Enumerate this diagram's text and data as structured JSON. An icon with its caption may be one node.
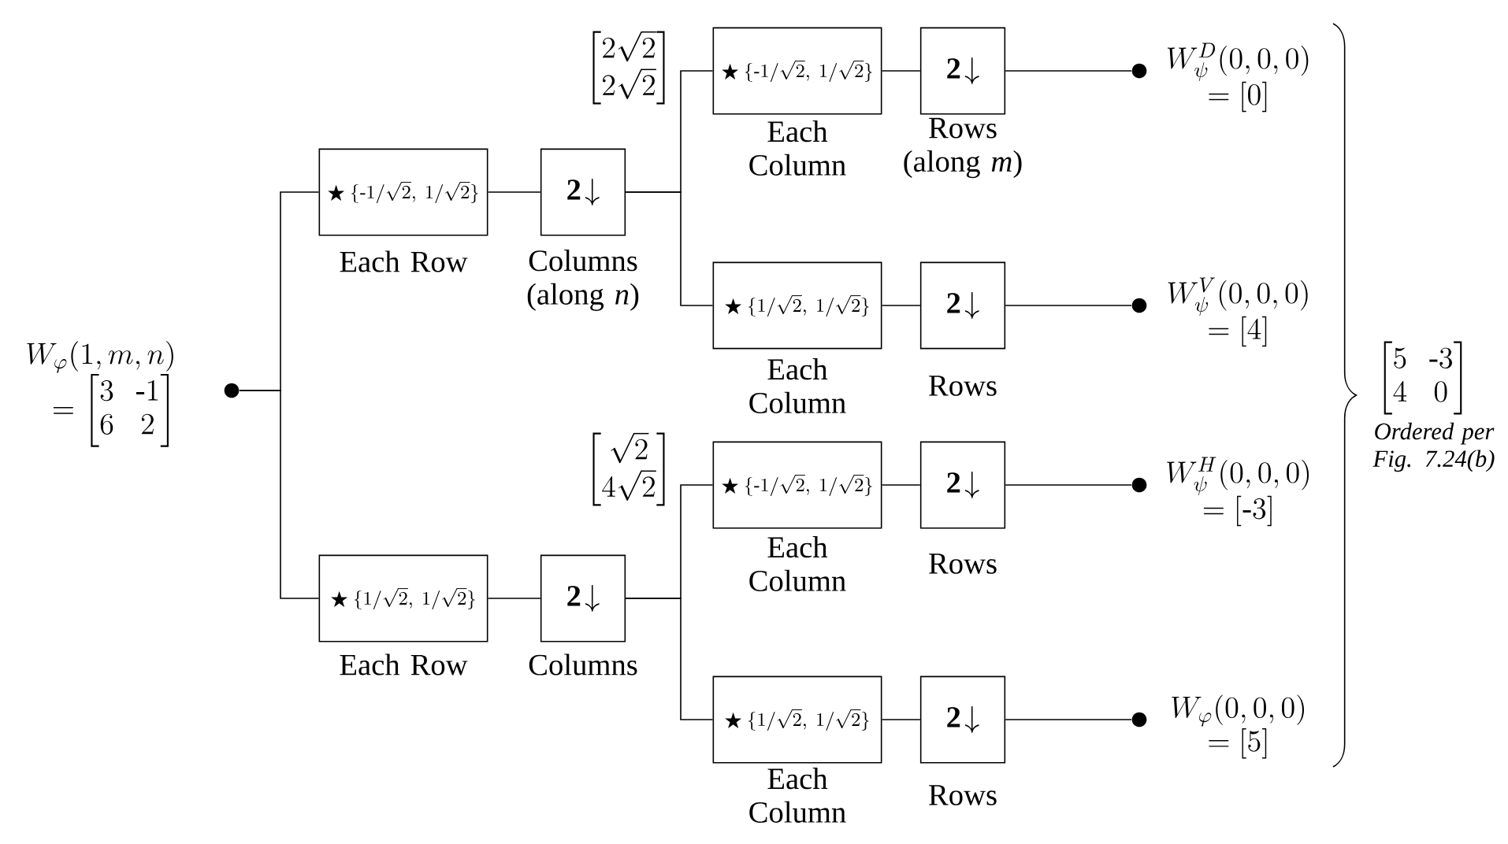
{
  "diagram": {
    "nodes": [
      {
        "text": [],
        "shape": "circle",
        "beside": [
          "\\begin{array}{r}W_{\\varphi}(1, m, n)\\\\ = \\begin{bmatrix}3 & \\text{-}1\\\\ 6 & 2\\end{bmatrix}\\end{array}"
        ]
      },
      {
        "text": [
          "\\bigstar\\ \\{\\text{-}1/\\sqrt{2},\\ 1/\\sqrt{2}\\}"
        ],
        "beside": [
          "Each Row"
        ]
      },
      {
        "text": [
          "\\mathbf{2}\\!\\downarrow"
        ],
        "beside": [
          "Columns (along *n*)"
        ]
      },
      {
        "text": [
          "\\bigstar\\ \\{1/\\sqrt{2},\\ 1/\\sqrt{2}\\}"
        ],
        "beside": [
          "Each Row"
        ]
      },
      {
        "text": [
          "\\mathbf{2}\\!\\downarrow"
        ],
        "beside": [
          "Columns"
        ]
      },
      {
        "text": [
          "\\bigstar\\ \\{\\text{-}1/\\sqrt{2},\\ 1/\\sqrt{2}\\}"
        ],
        "beside": [
          "Each Column"
        ]
      },
      {
        "text": [
          "\\mathbf{2}\\!\\downarrow"
        ],
        "beside": [
          "Rows (along *m*)"
        ]
      },
      {
        "text": [
          "\\bigstar\\ \\{1/\\sqrt{2},\\ 1/\\sqrt{2}\\}"
        ],
        "beside": [
          "Each Column"
        ]
      },
      {
        "text": [
          "\\mathbf{2}\\!\\downarrow"
        ],
        "beside": [
          "Rows"
        ]
      },
      {
        "text": [
          "\\bigstar\\ \\{\\text{-}1/\\sqrt{2},\\ 1/\\sqrt{2}\\}"
        ],
        "beside": [
          "Each Column"
        ]
      },
      {
        "text": [
          "\\mathbf{2}\\!\\downarrow"
        ],
        "beside": [
          "Rows"
        ]
      },
      {
        "text": [
          "\\bigstar\\ \\{1/\\sqrt{2},\\ 1/\\sqrt{2}\\}"
        ],
        "beside": [
          "Each Column"
        ]
      },
      {
        "text": [
          "\\mathbf{2}\\!\\downarrow"
        ],
        "beside": [
          "Rows"
        ]
      },
      {
        "text": [],
        "shape": "circle",
        "beside": [
          "\\begin{array}{c}W^{D}_{\\psi}(0, 0, 0)\\\\ =[0]\\end{array}"
        ]
      },
      {
        "text": [],
        "shape": "circle",
        "beside": [
          "\\begin{array}{c}W^{V}_{\\psi}(0, 0, 0)\\\\ =[4]\\end{array}"
        ]
      },
      {
        "text": [],
        "shape": "circle",
        "beside": [
          "\\begin{array}{c}W^{H}_{\\psi}(0, 0, 0)\\\\ =[\\text{-}3]\\end{array}"
        ]
      },
      {
        "text": [],
        "shape": "circle",
        "beside": [
          "\\begin{array}{c}W_{\\varphi}(0, 0, 0)\\\\ =[5]\\end{array}"
        ]
      }
    ],
    "edges": [
      {
        "from": 0,
        "to": 1,
        "arrow": "none"
      },
      {
        "from": 0,
        "to": 3,
        "arrow": "none"
      },
      {
        "from": 1,
        "to": 2,
        "arrow": "none"
      },
      {
        "from": 3,
        "to": 4,
        "arrow": "none"
      },
      {
        "from": 2,
        "to": 5,
        "arrow": "none"
      },
      {
        "from": 2,
        "to": 7,
        "arrow": "none"
      },
      {
        "from": 4,
        "to": 9,
        "arrow": "none"
      },
      {
        "from": 4,
        "to": 11,
        "arrow": "none"
      },
      {
        "from": 5,
        "to": 6,
        "arrow": "none"
      },
      {
        "from": 7,
        "to": 8,
        "arrow": "none"
      },
      {
        "from": 9,
        "to": 10,
        "arrow": "none"
      },
      {
        "from": 11,
        "to": 12,
        "arrow": "none"
      },
      {
        "from": 6,
        "to": 13,
        "arrow": "none"
      },
      {
        "from": 8,
        "to": 14,
        "arrow": "none"
      },
      {
        "from": 10,
        "to": 15,
        "arrow": "none"
      },
      {
        "from": 12,
        "to": 16,
        "arrow": "none"
      }
    ],
    "labels": [
      "\\begin{bmatrix}2\\sqrt{2}\\\\ 2\\sqrt{2}\\end{bmatrix}",
      "\\begin{bmatrix}\\sqrt{2}\\\\ 4\\sqrt{2}\\end{bmatrix}",
      "\\begin{bmatrix}5 & \\text{-}3\\\\ 4 & 0\\end{bmatrix}",
      "Ordered per Fig. 7.24(b)"
    ]
  }
}
